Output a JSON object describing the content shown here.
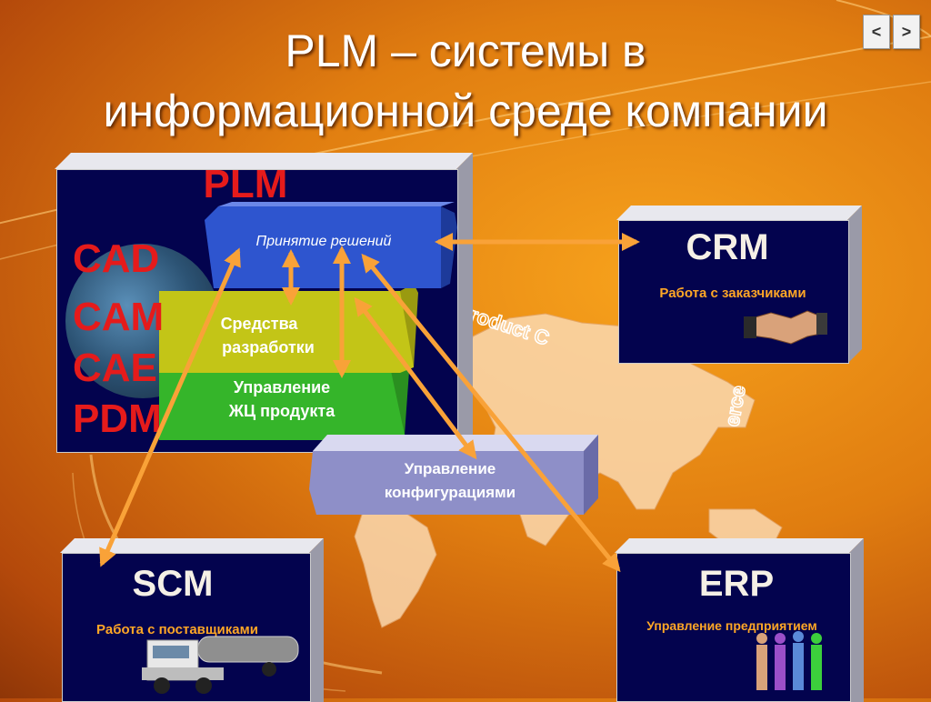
{
  "slide": {
    "title_line1": "PLM – системы в",
    "title_line2": "информационной  среде компании"
  },
  "nav": {
    "prev_label": "<",
    "next_label": ">"
  },
  "plm": {
    "title": "PLM",
    "tools": [
      "CAD",
      "CAM",
      "CAE",
      "PDM"
    ],
    "layers": {
      "decisions": "Принятие решений",
      "dev_line1": "Средства",
      "dev_line2": "разработки",
      "lifecycle_line1": "Управление",
      "lifecycle_line2": "ЖЦ продукта"
    }
  },
  "config": {
    "line1": "Управление",
    "line2": "конфигурациями"
  },
  "crm": {
    "title": "CRM",
    "subtitle": "Работа с заказчиками"
  },
  "scm": {
    "title": "SCM",
    "subtitle": "Работа с поставщиками"
  },
  "erp": {
    "title": "ERP",
    "subtitle": "Управление предприятием"
  },
  "background_text": {
    "arc_left": "roduct C",
    "arc_right": "erce"
  },
  "colors": {
    "box_navy": "#03034e",
    "arrow_orange": "#f9a238",
    "tool_red": "#e51b1b",
    "subtitle_orange": "#ffa726",
    "layer_blue": "#2e55cf",
    "layer_yellow": "#c3c517",
    "layer_green": "#35b52a",
    "config_lavender": "#8e8fc8"
  }
}
